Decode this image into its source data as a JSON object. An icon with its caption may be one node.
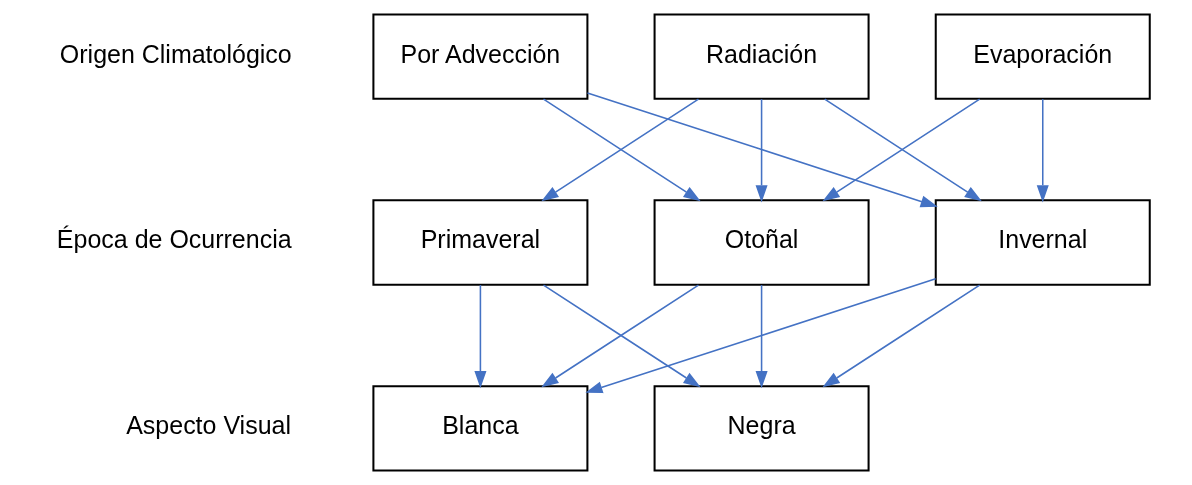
{
  "diagram": {
    "nodes": [
      {
        "text": [
          "Por Advección"
        ]
      },
      {
        "text": [
          "Radiación"
        ]
      },
      {
        "text": [
          "Evaporación"
        ]
      },
      {
        "text": [
          "Primaveral"
        ]
      },
      {
        "text": [
          "Otoñal"
        ]
      },
      {
        "text": [
          "Invernal"
        ]
      },
      {
        "text": [
          "Blanca"
        ]
      },
      {
        "text": [
          "Negra"
        ]
      }
    ],
    "edges": [
      {
        "from": 0,
        "to": 4,
        "arrow": "to"
      },
      {
        "from": 0,
        "to": 5,
        "arrow": "to"
      },
      {
        "from": 1,
        "to": 3,
        "arrow": "to"
      },
      {
        "from": 1,
        "to": 4,
        "arrow": "to"
      },
      {
        "from": 1,
        "to": 5,
        "arrow": "to"
      },
      {
        "from": 2,
        "to": 4,
        "arrow": "to"
      },
      {
        "from": 2,
        "to": 5,
        "arrow": "to"
      },
      {
        "from": 3,
        "to": 6,
        "arrow": "to"
      },
      {
        "from": 3,
        "to": 7,
        "arrow": "to"
      },
      {
        "from": 4,
        "to": 6,
        "arrow": "to"
      },
      {
        "from": 4,
        "to": 7,
        "arrow": "to"
      },
      {
        "from": 5,
        "to": 6,
        "arrow": "to"
      },
      {
        "from": 5,
        "to": 7,
        "arrow": "to"
      }
    ],
    "labels": [
      "Origen Climatológico",
      "Época de Ocurrencia",
      "Aspecto Visual"
    ]
  }
}
